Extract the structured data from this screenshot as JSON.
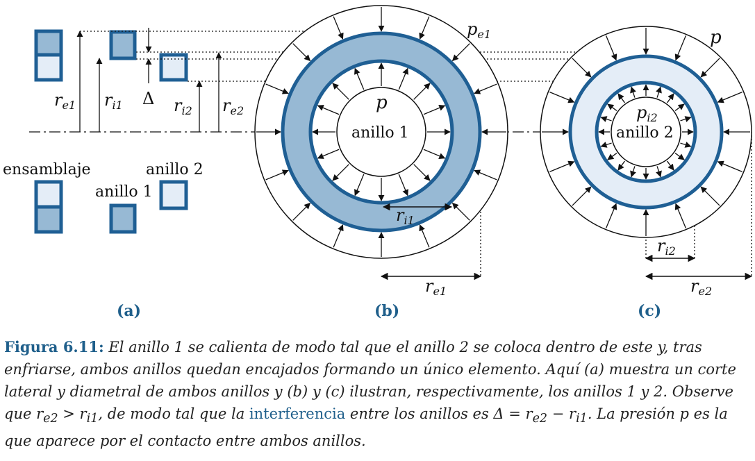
{
  "panels": {
    "a": "(a)",
    "b": "(b)",
    "c": "(c)"
  },
  "labels": {
    "re1": "r",
    "re1_sub": "e1",
    "ri1": "r",
    "ri1_sub": "i1",
    "ri2": "r",
    "ri2_sub": "i2",
    "re2": "r",
    "re2_sub": "e2",
    "delta": "Δ",
    "ensamblaje": "ensamblaje",
    "anillo1": "anillo 1",
    "anillo2": "anillo 2",
    "p": "p",
    "pe1": "p",
    "pe1_sub": "e1",
    "pi2": "p",
    "pi2_sub": "i2"
  },
  "caption": {
    "figure_label": "Figura 6.11:",
    "text_before": " El anillo 1 se calienta de modo tal que el anillo 2 se coloca dentro de este y, tras enfriarse, ambos anillos quedan encajados formando un único elemento. Aquí (a) muestra un corte lateral y diametral de ambos anillos y (b) y (c) ilustran, respectivamente, los anillos 1 y 2. Observe que r",
    "sub_e2": "e2",
    "gt": " > r",
    "sub_i1": "i1",
    "text_mid": ", de modo tal que la ",
    "link": "interferencia",
    "text_after": " entre los anillos es Δ = r",
    "sub_e2b": "e2",
    "minus": " − r",
    "sub_i1b": "i1",
    "text_end": ". La presión p es la que aparece por el contacto entre ambos anillos."
  },
  "colors": {
    "ring_dark": "#1f5f94",
    "ring1_fill": "#97b9d4",
    "ring2_fill": "#e4edf7",
    "accent": "#1f5f8b"
  }
}
